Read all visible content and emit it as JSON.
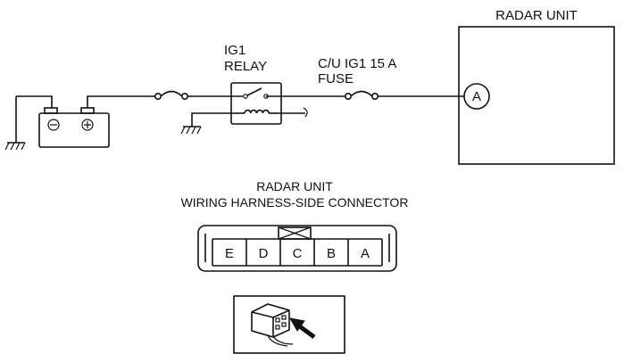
{
  "labels": {
    "radar_unit_top": "RADAR UNIT",
    "relay_line1": "IG1",
    "relay_line2": "RELAY",
    "fuse_line1": "C/U IG1 15 A",
    "fuse_line2": "FUSE",
    "terminal_a": "A",
    "connector_title_line1": "RADAR UNIT",
    "connector_title_line2": "WIRING HARNESS-SIDE CONNECTOR"
  },
  "connector_pins": [
    "E",
    "D",
    "C",
    "B",
    "A"
  ]
}
